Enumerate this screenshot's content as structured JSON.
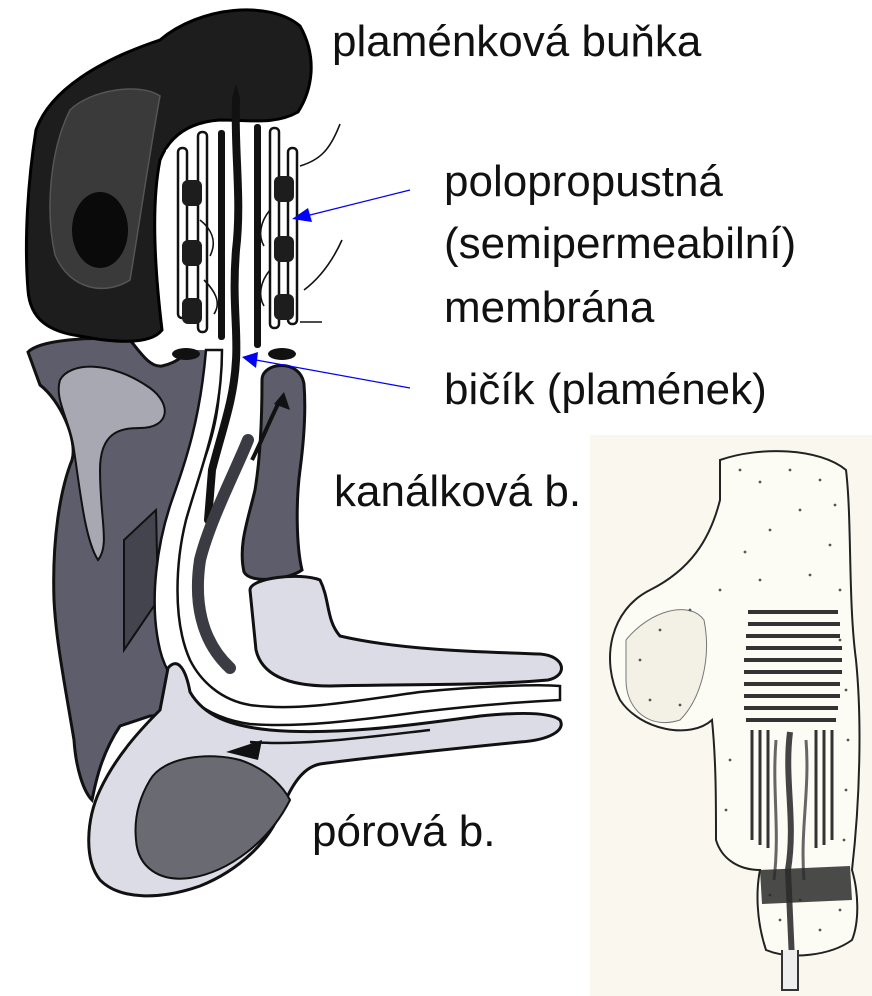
{
  "labels": {
    "flame_cell": "plaménková buňka",
    "membrane_line1": "polopropustná",
    "membrane_line2": "(semipermeabilní)",
    "membrane_line3": "membrána",
    "flagellum": "bičík (plamének)",
    "canal_cell": "kanálková b.",
    "pore_cell": "pórová b."
  },
  "colors": {
    "flame_cell_fill": "#1d1d1d",
    "canal_cell_fill": "#5d5d6b",
    "canal_cell_dark": "#44444f",
    "pore_cell_fill": "#dcdce6",
    "pore_cell_dark": "#6a6a72",
    "pointer_line": "#0000ff",
    "text": "#111111"
  }
}
